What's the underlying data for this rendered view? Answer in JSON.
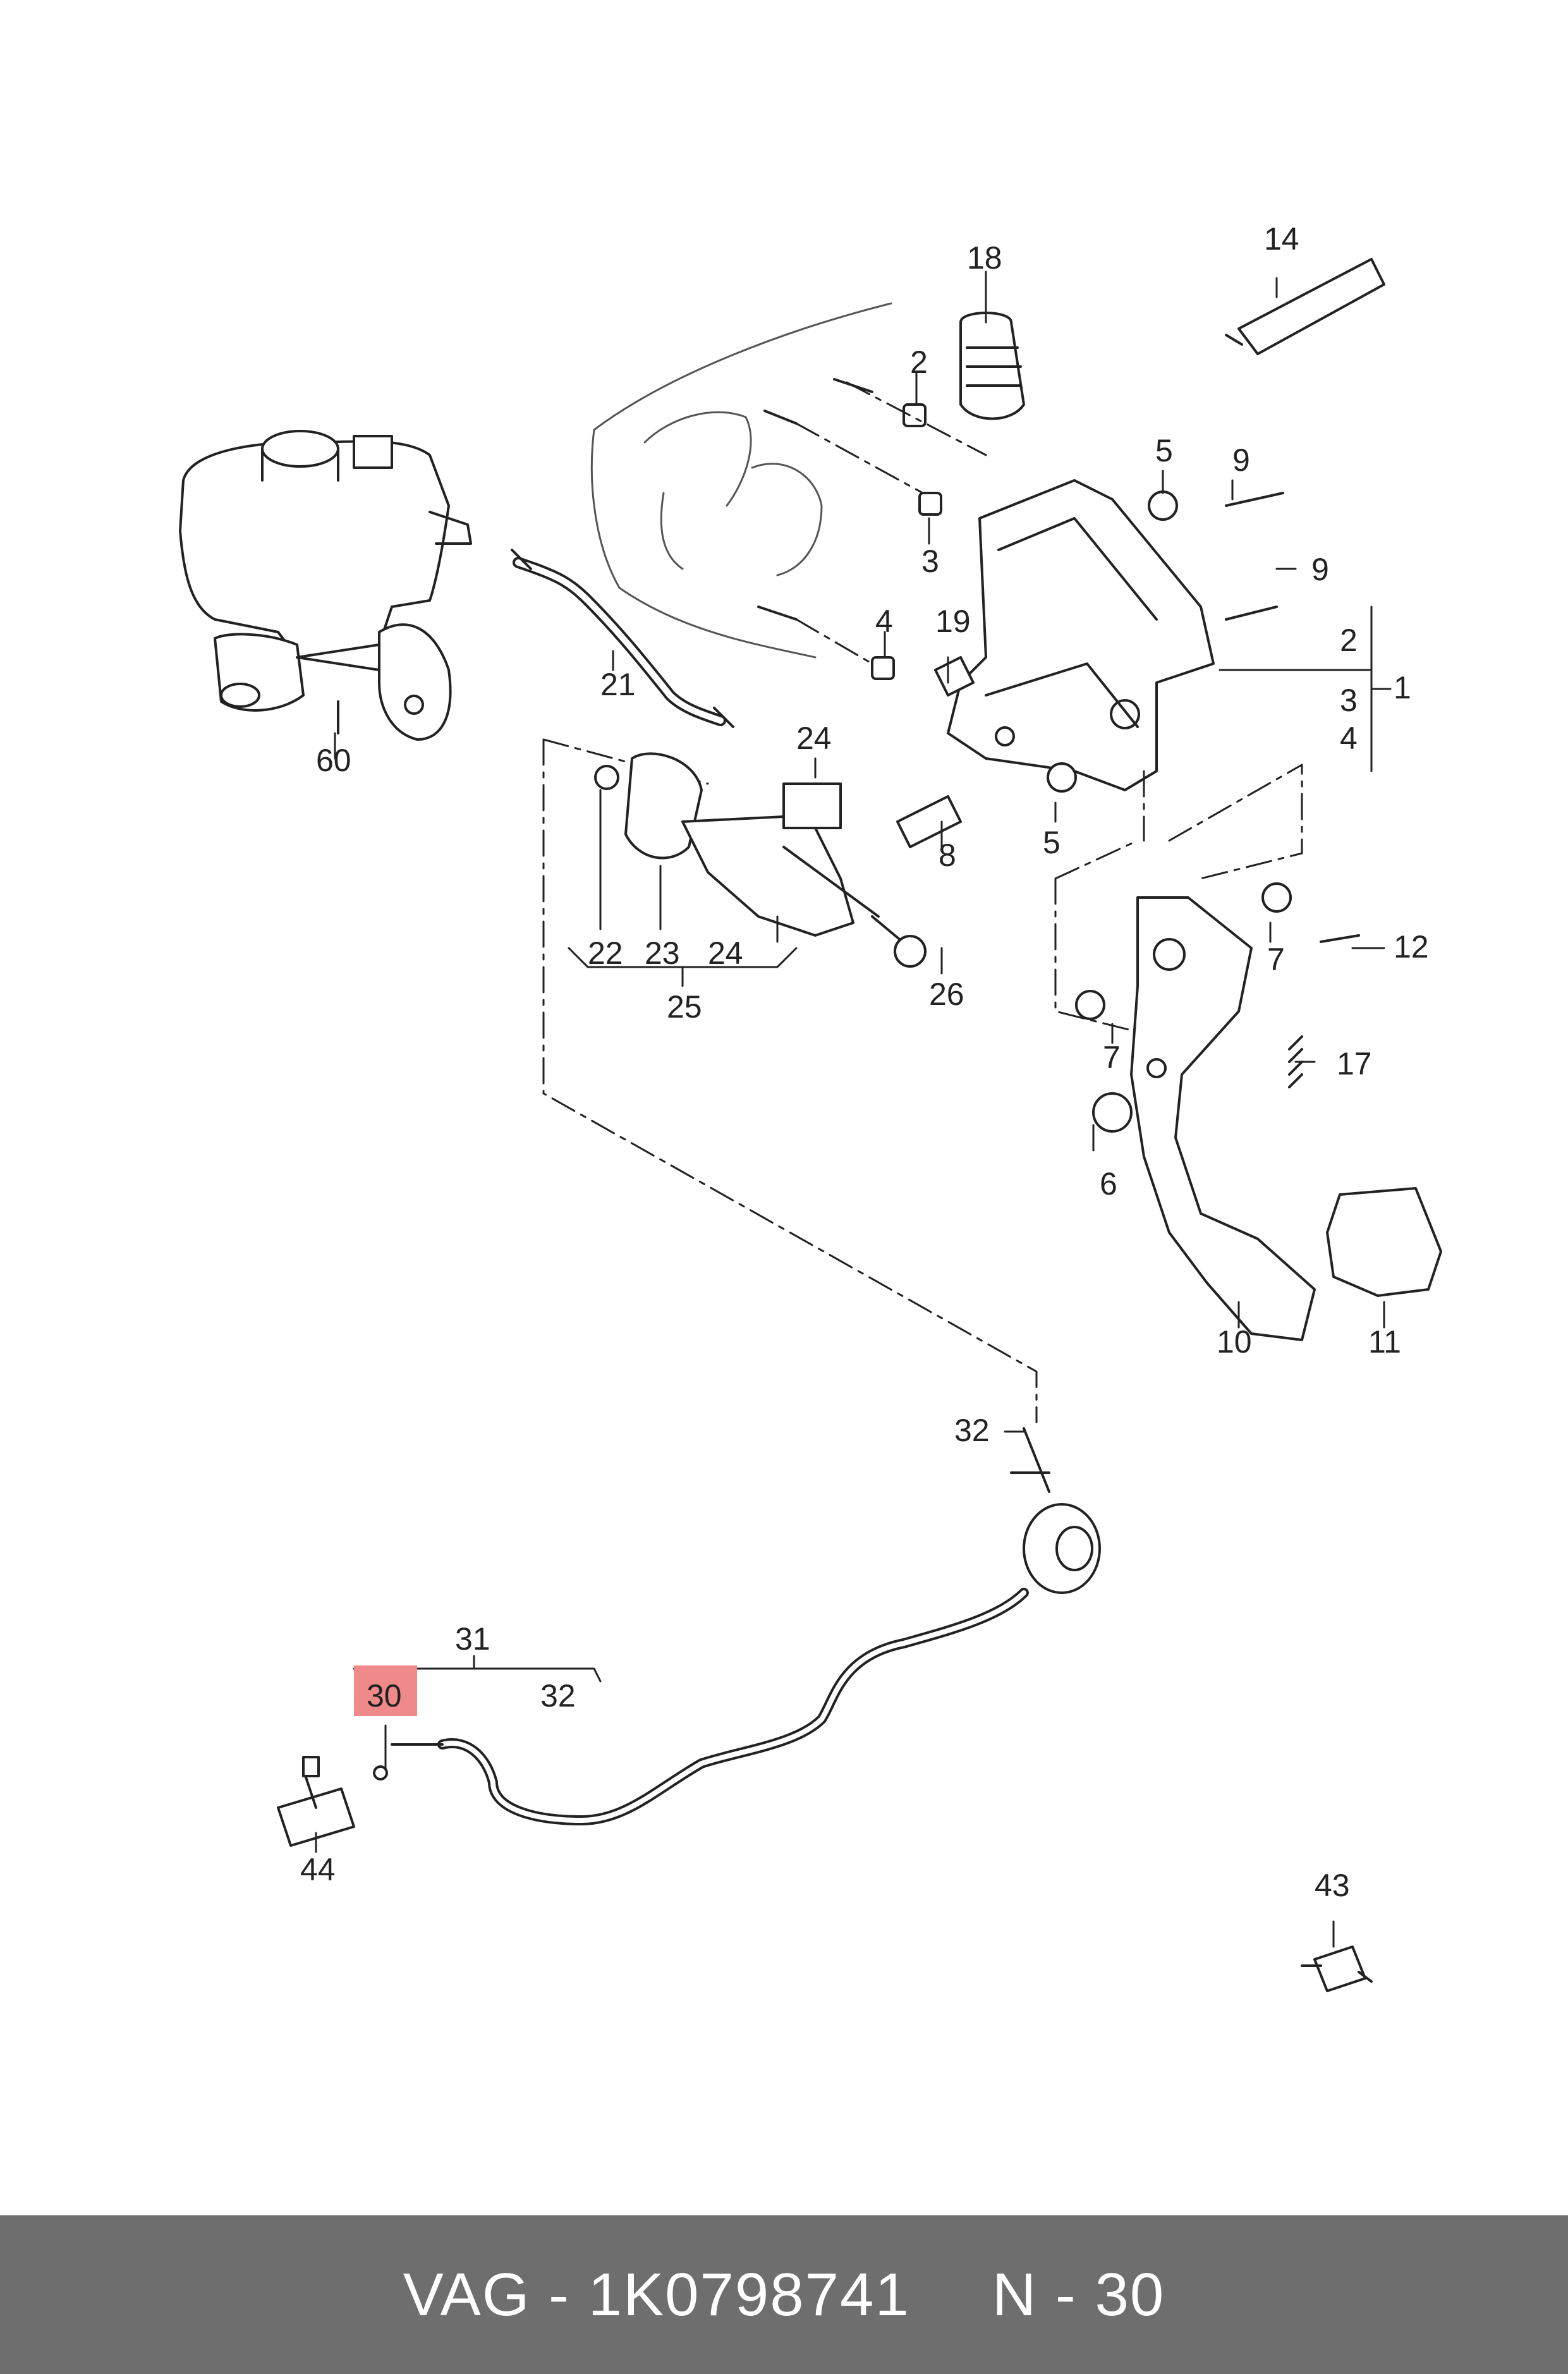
{
  "footer": {
    "brand": "VAG",
    "separator": " - ",
    "part_number": "1K0798741",
    "position_prefix": "N",
    "position_separator": " - ",
    "position_number": "30"
  },
  "highlight_color": "#f08a8a",
  "callouts": {
    "c1": "1",
    "c2a": "2",
    "c2b": "2",
    "c3a": "3",
    "c3b": "3",
    "c4a": "4",
    "c4b": "4",
    "c5a": "5",
    "c5b": "5",
    "c6": "6",
    "c7a": "7",
    "c7b": "7",
    "c8": "8",
    "c9a": "9",
    "c9b": "9",
    "c10": "10",
    "c11": "11",
    "c12": "12",
    "c14": "14",
    "c17": "17",
    "c18": "18",
    "c19": "19",
    "c21": "21",
    "c22": "22",
    "c23": "23",
    "c24a": "24",
    "c24b": "24",
    "c25": "25",
    "c26": "26",
    "c30": "30",
    "c31": "31",
    "c32a": "32",
    "c32b": "32",
    "c43": "43",
    "c44": "44",
    "c60": "60"
  }
}
